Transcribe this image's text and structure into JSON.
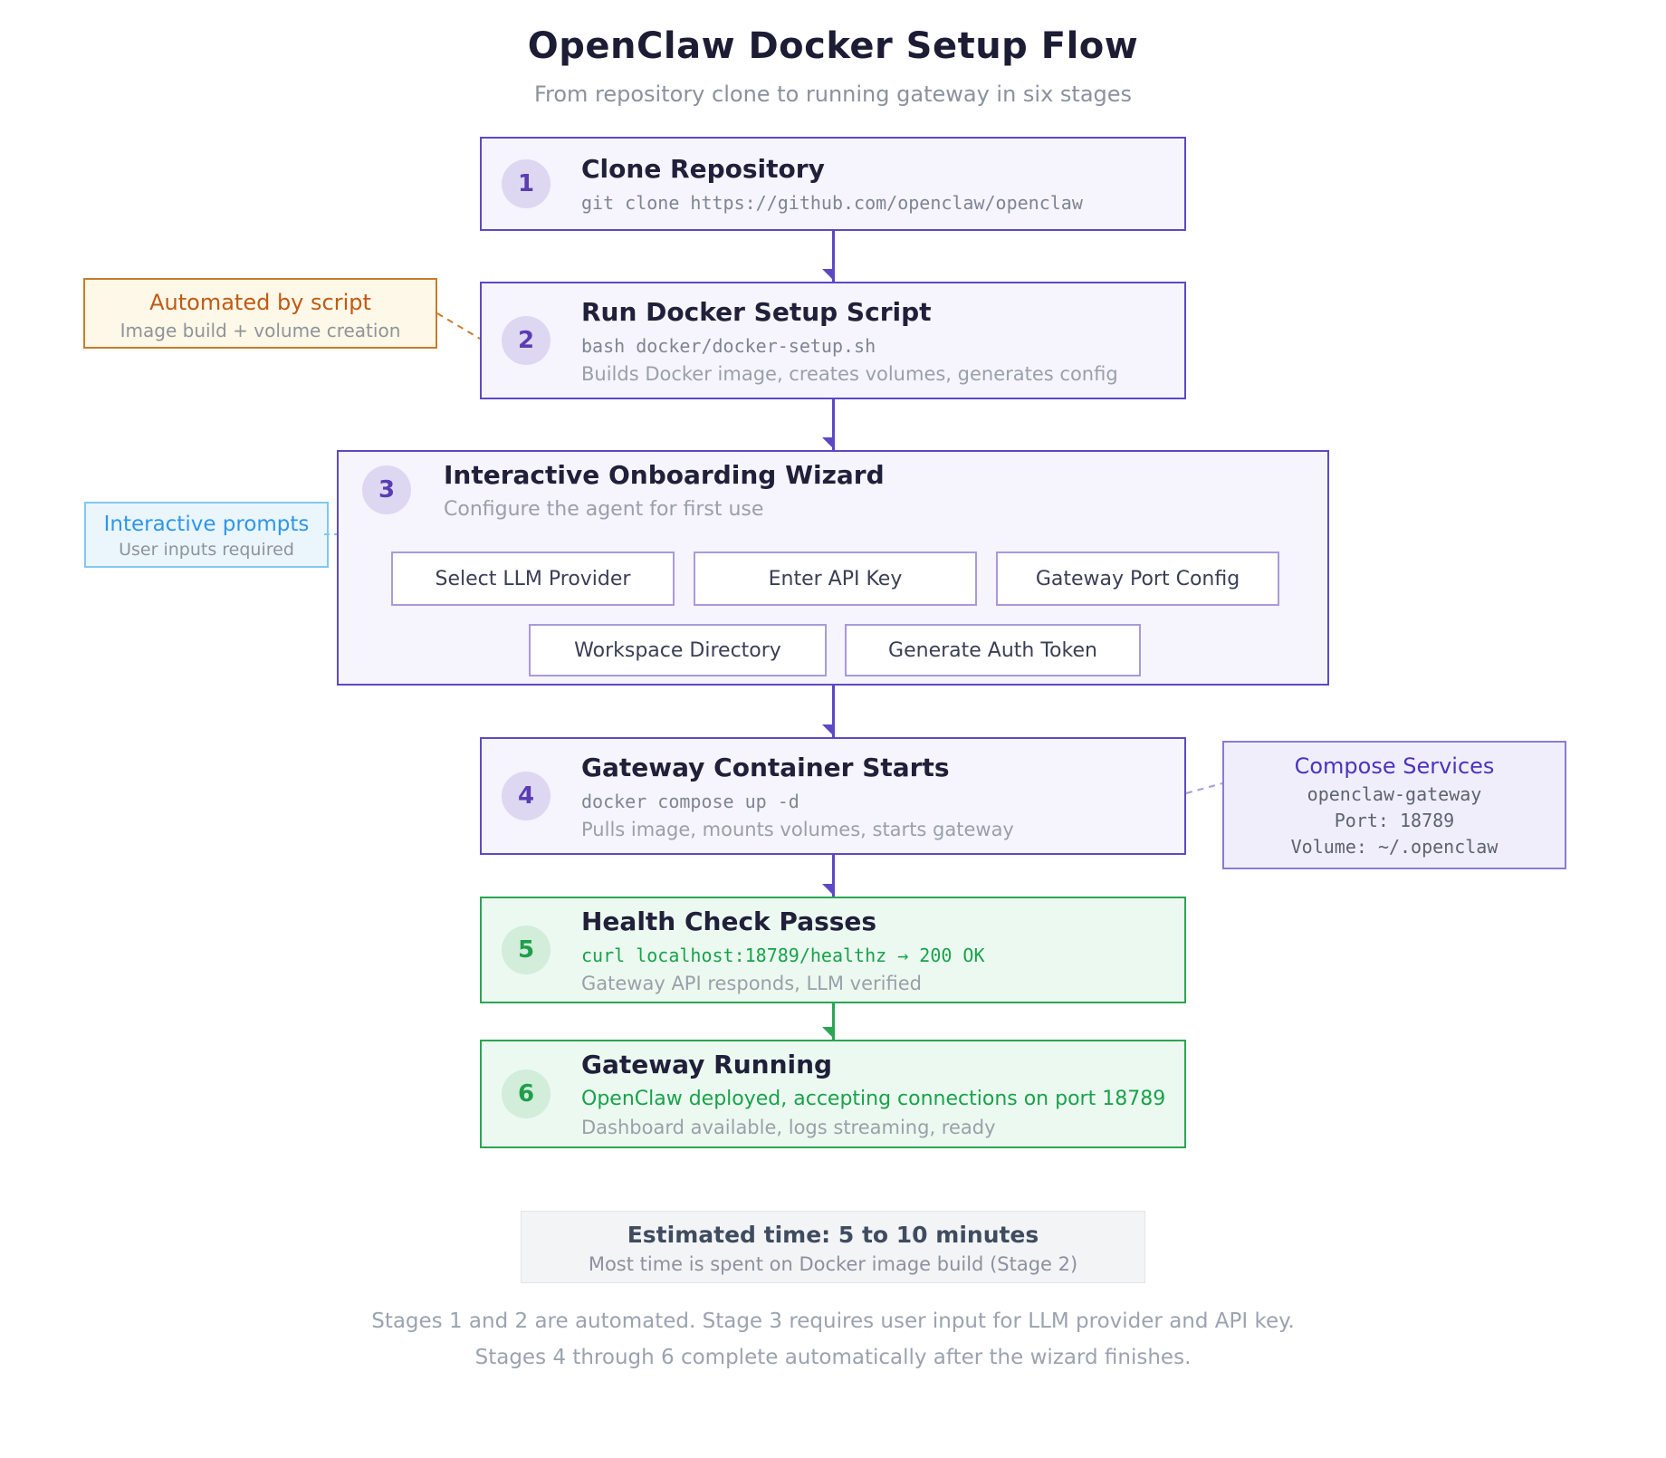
{
  "title": "OpenClaw Docker Setup Flow",
  "subtitle": "From repository clone to running gateway in six stages",
  "stages": [
    {
      "num": "1",
      "title": "Clone Repository",
      "command": "git clone https://github.com/openclaw/openclaw"
    },
    {
      "num": "2",
      "title": "Run Docker Setup Script",
      "command": "bash docker/docker-setup.sh",
      "description": "Builds Docker image, creates volumes, generates config"
    },
    {
      "num": "3",
      "title": "Interactive Onboarding Wizard",
      "subtitle": "Configure the agent for first use",
      "substeps": [
        "Select LLM Provider",
        "Enter API Key",
        "Gateway Port Config",
        "Workspace Directory",
        "Generate Auth Token"
      ]
    },
    {
      "num": "4",
      "title": "Gateway Container Starts",
      "command": "docker compose up -d",
      "description": "Pulls image, mounts volumes, starts gateway"
    },
    {
      "num": "5",
      "title": "Health Check Passes",
      "command": "curl localhost:18789/healthz → 200 OK",
      "description": "Gateway API responds, LLM verified"
    },
    {
      "num": "6",
      "title": "Gateway Running",
      "highlight": "OpenClaw deployed, accepting connections on port 18789",
      "description": "Dashboard available, logs streaming, ready"
    }
  ],
  "annotations": {
    "automated": {
      "title": "Automated by script",
      "subtitle": "Image build + volume creation"
    },
    "interactive": {
      "title": "Interactive prompts",
      "subtitle": "User inputs required"
    },
    "compose": {
      "title": "Compose Services",
      "line1": "openclaw-gateway",
      "line2": "Port: 18789",
      "line3": "Volume: ~/.openclaw"
    }
  },
  "footer": {
    "estimate_title": "Estimated time: 5 to 10 minutes",
    "estimate_sub": "Most time is spent on Docker image build (Stage 2)",
    "note1": "Stages 1 and 2 are automated. Stage 3 requires user input for LLM provider and API key.",
    "note2": "Stages 4 through 6 complete automatically after the wizard finishes."
  },
  "colors": {
    "purple_accent": "#5c49c5",
    "purple_fill": "#f6f4fc",
    "green_accent": "#2aa652",
    "green_fill": "#ecf9f1",
    "green_text": "#18a349",
    "orange_accent": "#c05a15",
    "blue_accent": "#2e97ea",
    "heading_text": "#20203a",
    "muted_text": "#9aa0a8"
  }
}
